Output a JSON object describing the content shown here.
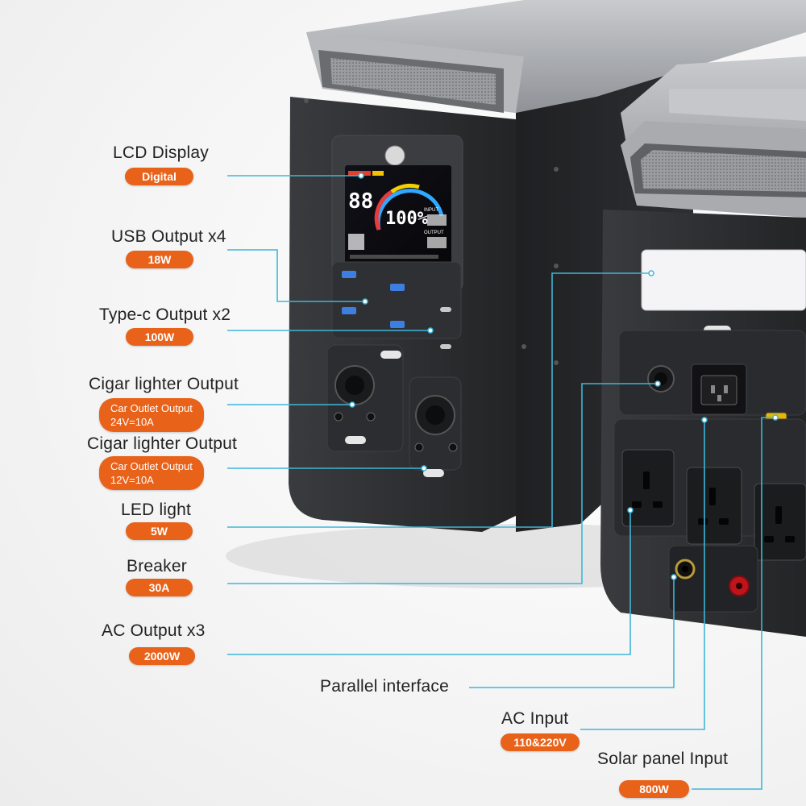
{
  "callouts": [
    {
      "id": "lcd",
      "title": "LCD Display",
      "spec": "Digital"
    },
    {
      "id": "usb",
      "title": "USB Output x4",
      "spec": "18W"
    },
    {
      "id": "typec",
      "title": "Type-c Output x2",
      "spec": "100W"
    },
    {
      "id": "cig24",
      "title": "Cigar lighter Output",
      "spec_line1": "Car Outlet Output",
      "spec_line2": "24V=10A"
    },
    {
      "id": "cig12",
      "title": "Cigar lighter Output",
      "spec_line1": "Car Outlet Output",
      "spec_line2": "12V=10A"
    },
    {
      "id": "led",
      "title": "LED light",
      "spec": "5W"
    },
    {
      "id": "breaker",
      "title": "Breaker",
      "spec": "30A"
    },
    {
      "id": "ac_out",
      "title": "AC Output x3",
      "spec": "2000W"
    },
    {
      "id": "parallel",
      "title": "Parallel interface"
    },
    {
      "id": "ac_in",
      "title": "AC Input",
      "spec": "110&220V"
    },
    {
      "id": "solar",
      "title": "Solar panel Input",
      "spec": "800W"
    }
  ],
  "lcd": {
    "percent": "100%",
    "digits": "88",
    "input_label": "INPUT",
    "output_label": "OUTPUT"
  },
  "colors": {
    "accent": "#e8621a",
    "leader": "#3fb6d8",
    "body_dark": "#2b2b2d",
    "body_gray": "#8d8f93"
  }
}
